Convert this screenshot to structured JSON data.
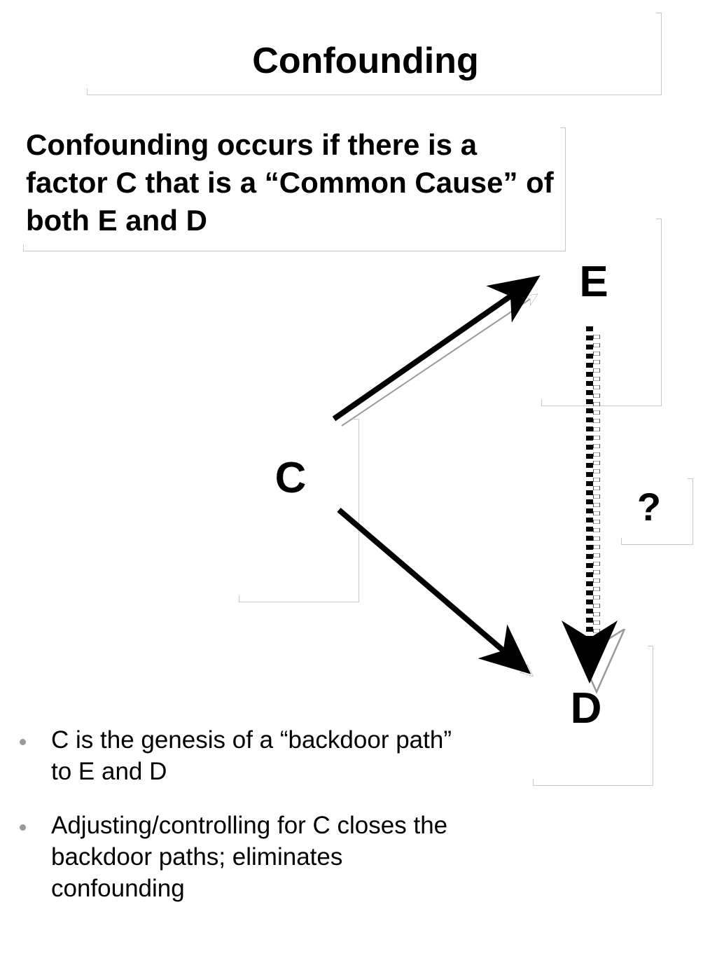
{
  "slide": {
    "title": "Confounding",
    "definition": "Confounding occurs if there is a factor C that is a “Common Cause” of both E and D"
  },
  "diagram": {
    "nodes": {
      "confounder": "C",
      "exposure": "E",
      "disease": "D"
    },
    "edges": [
      {
        "from": "C",
        "to": "E",
        "style": "solid"
      },
      {
        "from": "C",
        "to": "D",
        "style": "solid"
      },
      {
        "from": "E",
        "to": "D",
        "style": "dashed",
        "label": "?"
      }
    ],
    "question_label": "?"
  },
  "bullets": [
    "C is the genesis of a “backdoor path”  to E and D",
    "Adjusting/controlling for C closes the backdoor paths; eliminates confounding"
  ],
  "colors": {
    "ink": "#000000",
    "frame": "#c8c8c8",
    "bullet": "#9a9a9a"
  }
}
